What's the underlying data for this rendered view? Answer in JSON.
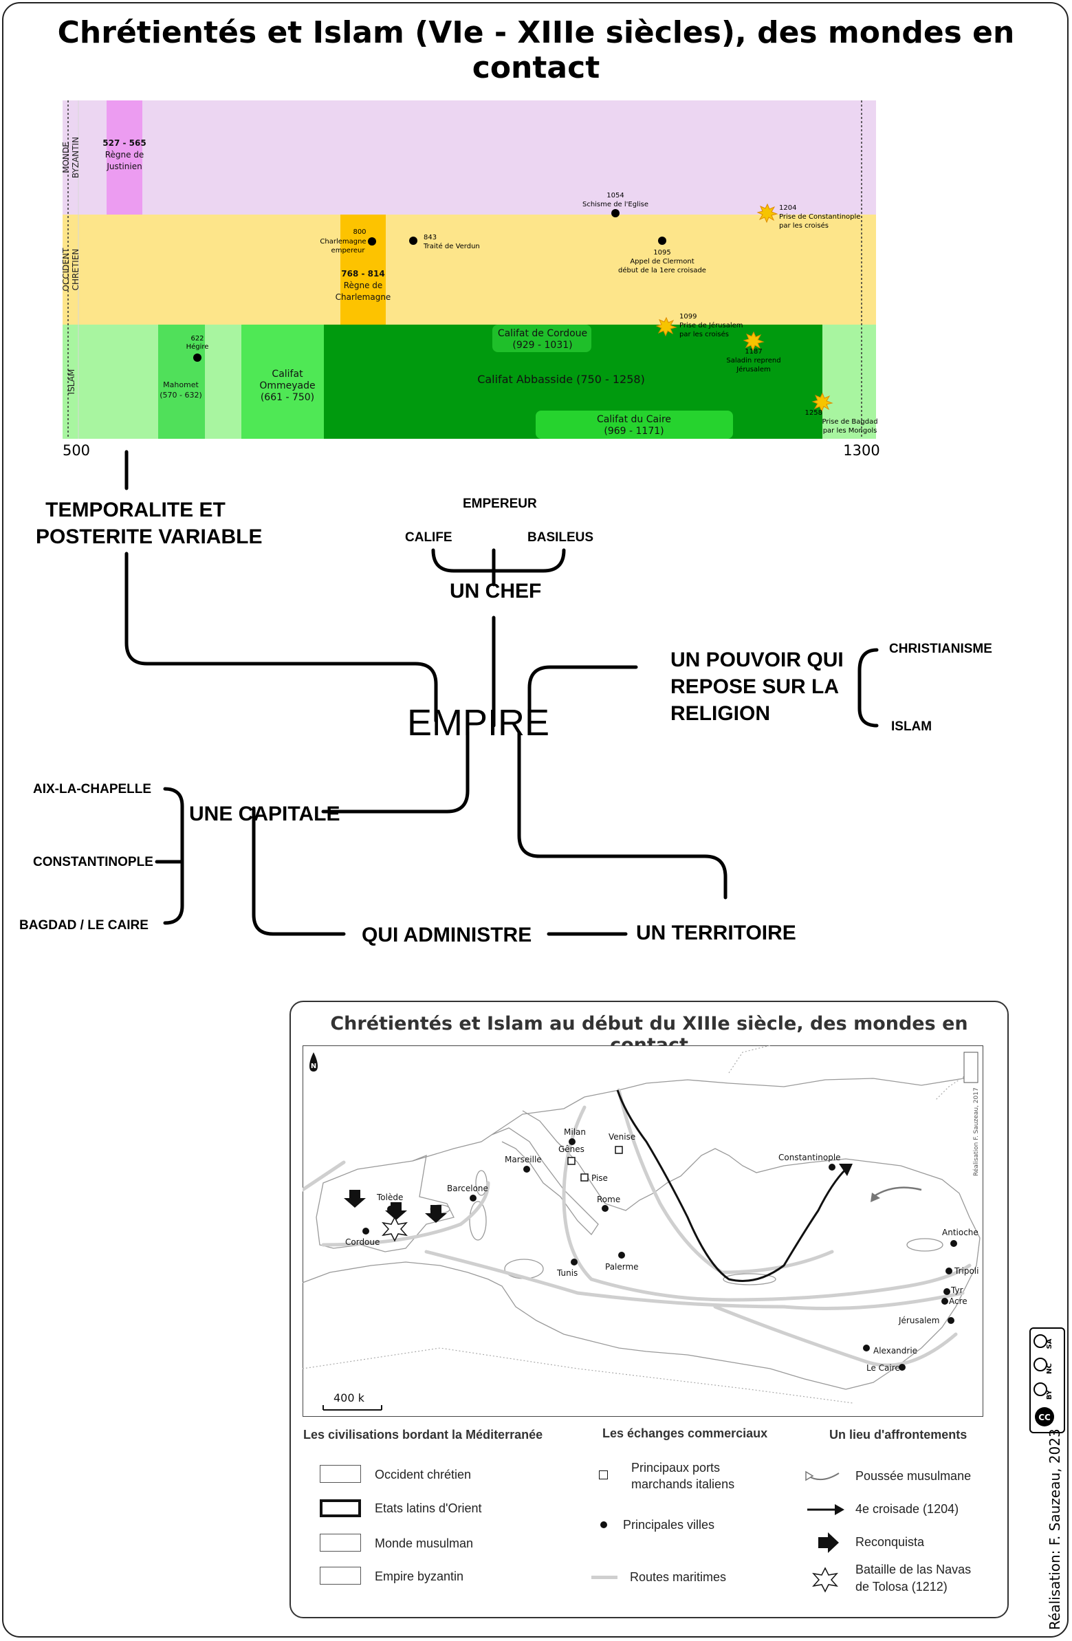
{
  "title": "Chrétientés et Islam (VIe - XIIIe siècles), des mondes en contact",
  "timeline": {
    "start": "500",
    "end": "1300",
    "bands": [
      {
        "label_line1": "MONDE",
        "label_line2": "BYZANTIN",
        "color": "#ecd6f2"
      },
      {
        "label_line1": "OCCIDENT",
        "label_line2": "CHRETIEN",
        "color": "#fde58a"
      },
      {
        "label_line1": "ISLAM",
        "label_line2": "",
        "color": "#a8f5a0"
      }
    ],
    "periods": [
      {
        "line1": "527 - 565",
        "line2": "Règne de",
        "line3": "Justinien",
        "color": "#ec9cf1"
      },
      {
        "line1": "768 - 814",
        "line2": "Règne de",
        "line3": "Charlemagne",
        "color": "#fdc300"
      },
      {
        "line1": "Mahomet",
        "line2": "(570 - 632)",
        "line3": "",
        "color": "#50e05a"
      },
      {
        "line1": "Califat",
        "line2": "Ommeyade",
        "line3": "(661 - 750)",
        "color": "#4fe855"
      },
      {
        "line1": "Califat Abbasside (750 - 1258)",
        "line2": "",
        "line3": "",
        "color": "#009a0e"
      },
      {
        "line1": "Califat de Cordoue",
        "line2": "(929 - 1031)",
        "line3": "",
        "color": "#1fbf2a"
      },
      {
        "line1": "Califat du Caire",
        "line2": "(969 - 1171)",
        "line3": "",
        "color": "#26d32e"
      }
    ],
    "events": [
      {
        "year": "1054",
        "text": "Schisme de l'Eglise",
        "text2": ""
      },
      {
        "year": "1204",
        "text": "Prise de  Constantinople",
        "text2": "par les croisés"
      },
      {
        "year": "800",
        "text": "Charlemagne",
        "text2": "empereur"
      },
      {
        "year": "843",
        "text": "Traité de Verdun",
        "text2": ""
      },
      {
        "year": "1095",
        "text": "Appel de Clermont",
        "text2": "début de la 1ere croisade"
      },
      {
        "year": "622",
        "text": "Hégire",
        "text2": ""
      },
      {
        "year": "1099",
        "text": "Prise de Jérusalem",
        "text2": "par les croisés"
      },
      {
        "year": "1187",
        "text": "Saladin reprend",
        "text2": "Jérusalem"
      },
      {
        "year": "1258",
        "text": "Prise de Bagdad",
        "text2": "par les Mongols"
      }
    ]
  },
  "mindmap": {
    "center": "EMPIRE",
    "temporalite_line1": "TEMPORALITE ET",
    "temporalite_line2": "POSTERITE VARIABLE",
    "chef": "UN CHEF",
    "empereur": "EMPEREUR",
    "calife": "CALIFE",
    "basileus": "BASILEUS",
    "religion_line1": "UN POUVOIR QUI",
    "religion_line2": "REPOSE SUR LA",
    "religion_line3": "RELIGION",
    "christianisme": "CHRISTIANISME",
    "islam": "ISLAM",
    "capitale": "UNE CAPITALE",
    "aix": "AIX-LA-CHAPELLE",
    "constantinople": "CONSTANTINOPLE",
    "bagdad": "BAGDAD / LE CAIRE",
    "administre": "QUI ADMINISTRE",
    "territoire": "UN TERRITOIRE"
  },
  "map": {
    "title": "Chrétientés et Islam au début du XIIIe siècle, des mondes en contact",
    "north": "N",
    "scale": "400 k",
    "side_credit": "Réalisation F. Sauzeau, 2017",
    "cities": [
      "Milan",
      "Venise",
      "Gênes",
      "Marseille",
      "Pise",
      "Barcelone",
      "Tolède",
      "Cordoue",
      "Rome",
      "Constantinople",
      "Palerme",
      "Tunis",
      "Antioche",
      "Tripoli",
      "Tyr",
      "Acre",
      "Jérusalem",
      "Alexandrie",
      "Le Caire"
    ],
    "legend": {
      "civ_title": "Les civilisations bordant la Méditerranée",
      "civ": [
        "Occident chrétien",
        "Etats latins d'Orient",
        "Monde musulman",
        "Empire byzantin"
      ],
      "trade_title": "Les échanges commerciaux",
      "trade_ports_line1": "Principaux ports",
      "trade_ports_line2": "marchands italiens",
      "trade_cities": "Principales villes",
      "trade_routes": "Routes maritimes",
      "conflict_title": "Un lieu d'affrontements",
      "push": "Poussée musulmane",
      "crusade": "4e croisade (1204)",
      "reconquista": "Reconquista",
      "navas_line1": "Bataille de las Navas",
      "navas_line2": "de Tolosa (1212)"
    }
  },
  "credit": "Réalisation: F. Sauzeau, 2023",
  "license": {
    "by": "BY",
    "nc": "NC",
    "sa": "SA",
    "cc": "CC"
  }
}
